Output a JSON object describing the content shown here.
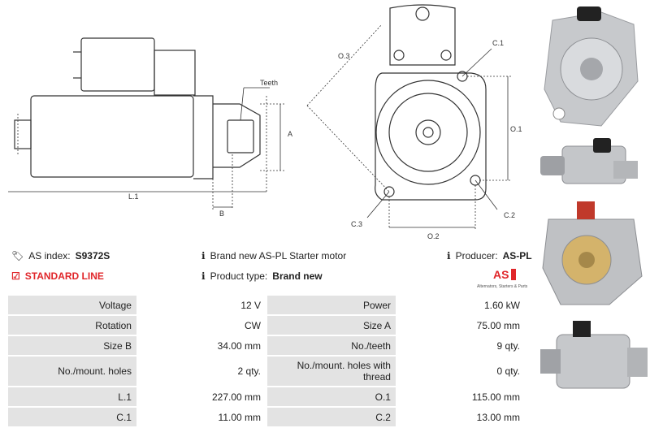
{
  "diagram_labels": {
    "teeth": "Teeth",
    "a": "A",
    "b": "B",
    "l1": "L.1",
    "o3": "O.3",
    "c1": "C.1",
    "o1": "O.1",
    "c2": "C.2",
    "c3": "C.3",
    "o2": "O.2"
  },
  "info": {
    "as_index_label": "AS index:",
    "as_index_value": "S9372S",
    "standard_line": "STANDARD LINE",
    "brand_text": "Brand new AS-PL Starter motor",
    "product_type_label": "Product type:",
    "product_type_value": "Brand new",
    "producer_label": "Producer:",
    "producer_value": "AS-PL",
    "logo_caption": "Alternators, Starters & Parts"
  },
  "specs": [
    [
      "Voltage",
      "12 V",
      "Power",
      "1.60 kW"
    ],
    [
      "Rotation",
      "CW",
      "Size A",
      "75.00 mm"
    ],
    [
      "Size B",
      "34.00 mm",
      "No./teeth",
      "9 qty."
    ],
    [
      "No./mount. holes",
      "2 qty.",
      "No./mount. holes with thread",
      "0 qty."
    ],
    [
      "L.1",
      "227.00 mm",
      "O.1",
      "115.00 mm"
    ],
    [
      "C.1",
      "11.00 mm",
      "C.2",
      "13.00 mm"
    ]
  ],
  "colors": {
    "accent_red": "#e0262a",
    "label_bg": "#e3e3e3",
    "line": "#333333"
  }
}
